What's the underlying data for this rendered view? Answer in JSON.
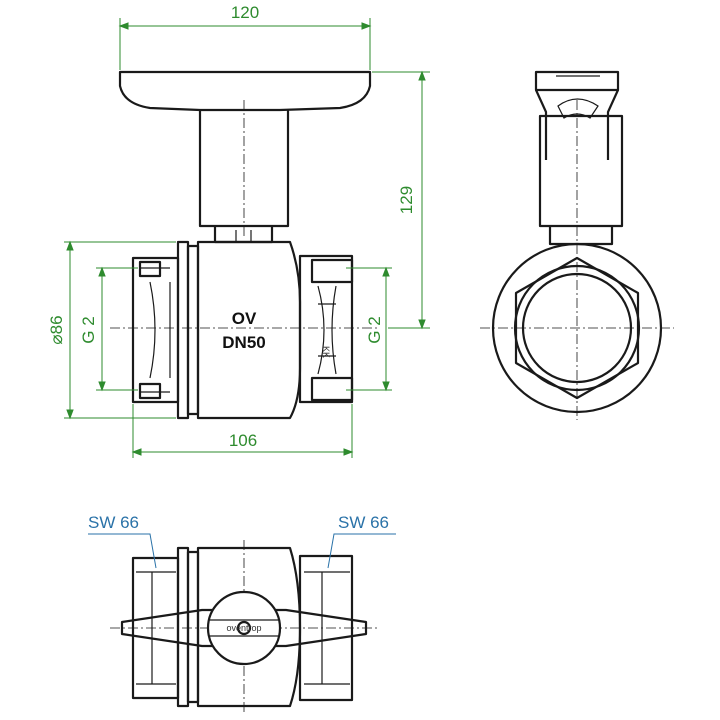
{
  "drawing": {
    "dimensions": {
      "overall_width": "120",
      "height": "129",
      "length": "106",
      "outer_diameter": "⌀86",
      "thread_left": "G 2",
      "thread_right": "G 2"
    },
    "labels": {
      "body_marking_line1": "OV",
      "body_marking_line2": "DN50",
      "wrench_size_left": "SW 66",
      "wrench_size_right": "SW 66",
      "brand": "oventrop"
    },
    "colors": {
      "dimension": "#2e8b2e",
      "label": "#2a72a8",
      "outline": "#1a1a1a"
    }
  }
}
